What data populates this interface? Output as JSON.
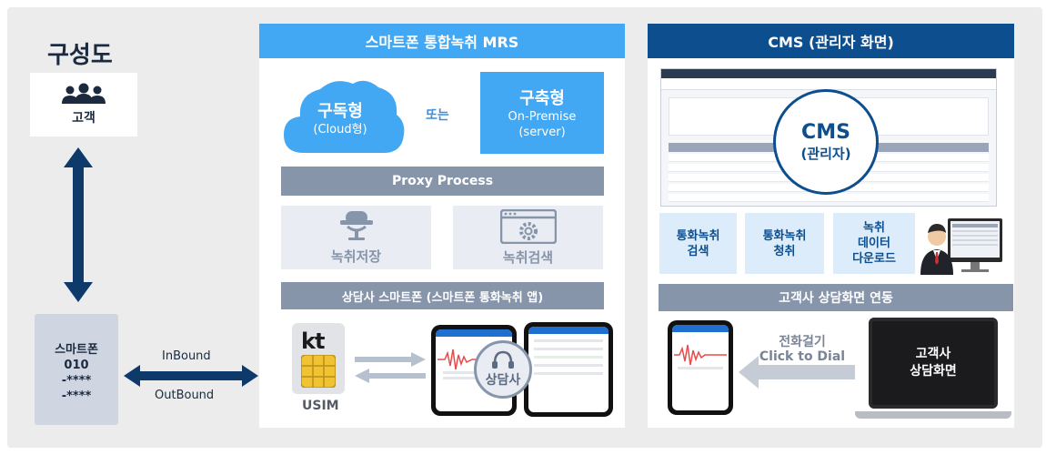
{
  "left": {
    "title": "구성도",
    "customer_label": "고객",
    "phone_lines": [
      "스마트폰",
      "010",
      "-****",
      "-****"
    ],
    "inbound_label": "InBound",
    "outbound_label": "OutBound"
  },
  "middle": {
    "header": "스마트폰 통합녹취 MRS",
    "cloud_title": "구독형",
    "cloud_sub": "(Cloud형)",
    "or_label": "또는",
    "premise_title": "구축형",
    "premise_sub1": "On-Premise",
    "premise_sub2": "(server)",
    "proxy_label": "Proxy Process",
    "tile1_label": "녹취저장",
    "tile2_label": "녹취검색",
    "agent_phone_label": "상담사 스마트폰 (스마트폰 통화녹취 앱)",
    "sim_brand": "kt",
    "usim_label": "USIM",
    "agent_badge": "상담사"
  },
  "right": {
    "header": "CMS (관리자 화면)",
    "cms_title": "CMS",
    "cms_sub": "(관리자)",
    "features": [
      {
        "l1": "통화녹취",
        "l2": "검색",
        "l3": ""
      },
      {
        "l1": "통화녹취",
        "l2": "청취",
        "l3": ""
      },
      {
        "l1": "녹취",
        "l2": "데이터",
        "l3": "다운로드"
      }
    ],
    "link_label": "고객사 상담화면 연동",
    "dial_l1": "전화걸기",
    "dial_l2": "Click to Dial",
    "screen_l1": "고객사",
    "screen_l2": "상담화면"
  },
  "colors": {
    "mrs_blue": "#42a8f4",
    "cms_navy": "#0c4e8e",
    "bar_gray": "#8795ab",
    "arrow_navy": "#0d3a6b"
  }
}
